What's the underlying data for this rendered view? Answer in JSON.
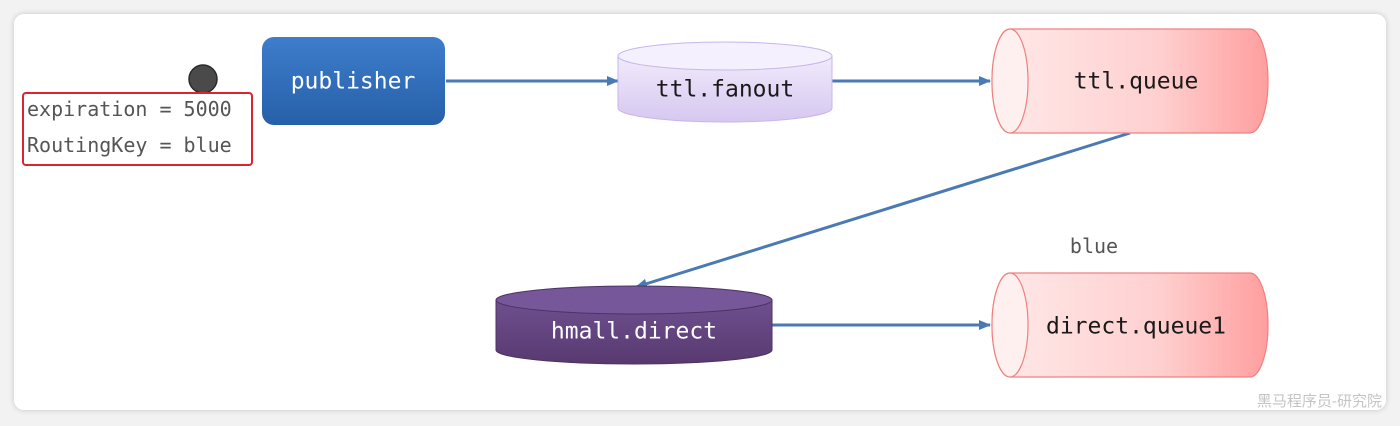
{
  "message": {
    "expiration_line": "expiration = 5000",
    "routing_key_line": "RoutingKey = blue"
  },
  "nodes": {
    "publisher": "publisher",
    "ttl_fanout": "ttl.fanout",
    "ttl_queue": "ttl.queue",
    "hmall_direct": "hmall.direct",
    "direct_queue1": "direct.queue1"
  },
  "binding_key_label": "blue",
  "watermark": "黑马程序员-研究院",
  "colors": {
    "publisher": "#2f6ab7",
    "fanout_exchange": "#ddd0f3",
    "direct_exchange": "#634680",
    "queue": "#ffcccc",
    "arrow": "#4a7ab4",
    "message_border": "#d9252c",
    "message_token": "#4a4a4a"
  }
}
